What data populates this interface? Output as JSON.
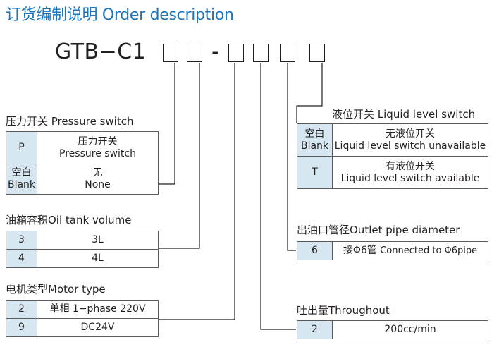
{
  "title": "订货编制说明 Order description",
  "model": {
    "prefix": "GTB−C1",
    "dash": "-"
  },
  "pressure_switch": {
    "title": "压力开关 Pressure switch",
    "rows": [
      {
        "code": "P",
        "desc_cn": "压力开关",
        "desc_en": "Pressure switch"
      },
      {
        "code_cn": "空白",
        "code_en": "Blank",
        "desc_cn": "无",
        "desc_en": "None"
      }
    ]
  },
  "oil_tank": {
    "title": "油箱容积Oil tank volume",
    "rows": [
      {
        "code": "3",
        "desc": "3L"
      },
      {
        "code": "4",
        "desc": "4L"
      }
    ]
  },
  "motor": {
    "title": "电机类型Motor type",
    "rows": [
      {
        "code": "2",
        "desc_cn": "单相",
        "desc_en": "1−phase 220V"
      },
      {
        "code": "9",
        "desc": "DC24V"
      }
    ]
  },
  "liquid_level": {
    "title": "液位开关 Liquid level switch",
    "rows": [
      {
        "code_cn": "空白",
        "code_en": "Blank",
        "desc_cn": "无液位开关",
        "desc_en": "Liquid level switch unavailable"
      },
      {
        "code": "T",
        "desc_cn": "有液位开关",
        "desc_en": "Liquid level switch available"
      }
    ]
  },
  "outlet_pipe": {
    "title": "出油口管径Outlet pipe diameter",
    "rows": [
      {
        "code": "6",
        "desc_cn": "接Φ6管",
        "desc_en": "Connected to Φ6pipe"
      }
    ]
  },
  "throughout": {
    "title": "吐出量Throughout",
    "rows": [
      {
        "code": "2",
        "desc": "200cc/min"
      }
    ]
  },
  "colors": {
    "title": "#1b75bb",
    "code_cell_bg": "#d7e7f2",
    "text": "#231f20",
    "line": "#231f20"
  }
}
